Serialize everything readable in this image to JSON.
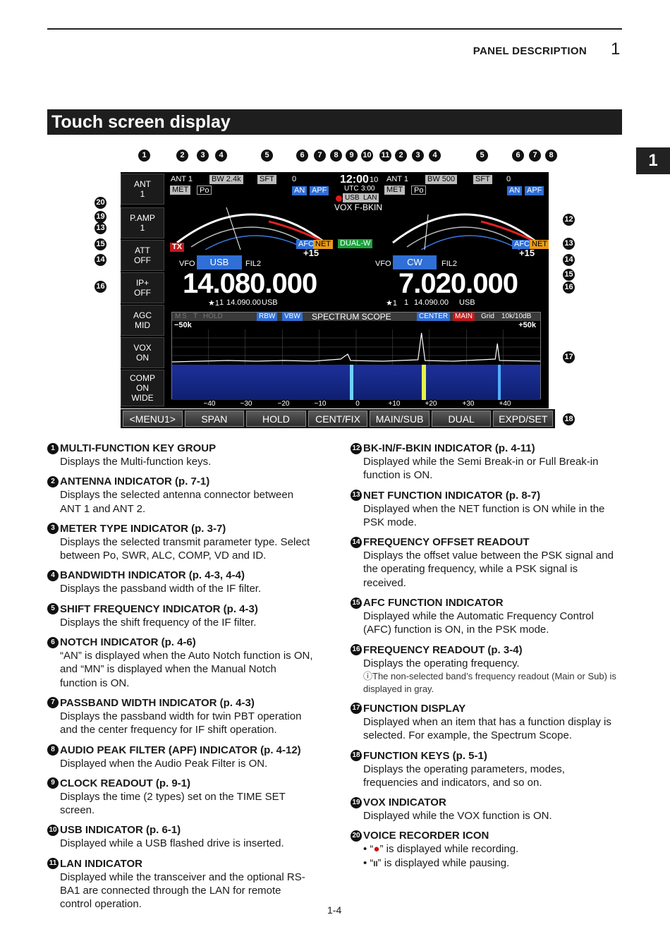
{
  "header": {
    "section": "PANEL DESCRIPTION",
    "chapter": "1",
    "tab": "1"
  },
  "title": "Touch screen display",
  "screen": {
    "mfk_keys": [
      {
        "l1": "ANT",
        "l2": "1"
      },
      {
        "l1": "P.AMP",
        "l2": "1"
      },
      {
        "l1": "ATT",
        "l2": "OFF"
      },
      {
        "l1": "IP+",
        "l2": "OFF"
      },
      {
        "l1": "AGC",
        "l2": "MID"
      },
      {
        "l1": "VOX",
        "l2": "ON"
      },
      {
        "l1": "COMP",
        "l2": "ON",
        "l3": "WIDE"
      }
    ],
    "main": {
      "ant": "ANT 1",
      "bw": "BW 2.4k",
      "sft": "SFT",
      "sft_val": "0",
      "met": "MET",
      "po": "Po",
      "an": "AN",
      "apf": "APF",
      "afc": "AFC",
      "net": "NET",
      "offset": "+15",
      "tx": "TX",
      "vfo": "VFO",
      "mode": "USB",
      "fil": "FIL2",
      "freq": "14.080.000",
      "sub_star": "★1",
      "sub_ch": "1",
      "sub_freq": "14.090.00",
      "sub_mode": "USB"
    },
    "center": {
      "clock": "12:00",
      "clock_min": "10",
      "utc": "UTC",
      "utc_time": "3:00",
      "usb": "USB",
      "lan": "LAN",
      "vox": "VOX F-BKIN",
      "dual": "DUAL-W"
    },
    "sub": {
      "ant": "ANT 1",
      "bw": "BW 500",
      "sft": "SFT",
      "sft_val": "0",
      "met": "MET",
      "po": "Po",
      "an": "AN",
      "apf": "APF",
      "afc": "AFC",
      "net": "NET",
      "offset": "+15",
      "vfo": "VFO",
      "mode": "CW",
      "fil": "FIL2",
      "freq": "7.020.000",
      "sub_star": "★1",
      "sub_ch": "1",
      "sub_freq": "14.090.00",
      "sub_mode": "USB"
    },
    "scope": {
      "title": "SPECTRUM SCOPE",
      "m": "M",
      "s": "S",
      "t": "T",
      "hold": "HOLD",
      "rbw": "RBW",
      "vbw": "VBW",
      "center": "CENTER",
      "main": "MAIN",
      "grid": "Grid",
      "scale": "10k/10dB",
      "left_span": "−50k",
      "right_span": "+50k",
      "axis": [
        "−40",
        "−30",
        "−20",
        "−10",
        "0",
        "+10",
        "+20",
        "+30",
        "+40"
      ]
    }
  },
  "fkeys": [
    "<MENU1>",
    "SPAN",
    "HOLD",
    "CENT/FIX",
    "MAIN/SUB",
    "DUAL",
    "EXPD/SET"
  ],
  "callouts_top": [
    "1",
    "2",
    "3",
    "4",
    "5",
    "6",
    "7",
    "8",
    "9",
    "10",
    "11",
    "2",
    "3",
    "4",
    "5",
    "6",
    "7",
    "8"
  ],
  "callouts_left": [
    "20",
    "19",
    "13",
    "15",
    "14",
    "16"
  ],
  "callouts_right": [
    "12",
    "13",
    "14",
    "15",
    "16",
    "17",
    "18"
  ],
  "items_left": [
    {
      "n": "1",
      "title": "MULTI-FUNCTION KEY GROUP",
      "body": "Displays the Multi-function keys."
    },
    {
      "n": "2",
      "title": "ANTENNA INDICATOR (p. 7-1)",
      "body": "Displays the selected antenna connector between ANT 1 and ANT 2."
    },
    {
      "n": "3",
      "title": "METER TYPE INDICATOR (p. 3-7)",
      "body": "Displays the selected transmit parameter type. Select between Po, SWR, ALC, COMP, VD and ID."
    },
    {
      "n": "4",
      "title": "BANDWIDTH INDICATOR (p. 4-3, 4-4)",
      "body": "Displays the passband width of the IF filter."
    },
    {
      "n": "5",
      "title": "SHIFT FREQUENCY INDICATOR (p. 4-3)",
      "body": "Displays the shift frequency of the IF filter."
    },
    {
      "n": "6",
      "title": "NOTCH INDICATOR (p. 4-6)",
      "body": "“AN” is displayed when the Auto Notch function is ON, and “MN” is displayed when the Manual Notch function is ON."
    },
    {
      "n": "7",
      "title": "PASSBAND WIDTH INDICATOR (p. 4-3)",
      "body": "Displays the passband width for twin PBT operation and the center frequency for IF shift operation."
    },
    {
      "n": "8",
      "title": "AUDIO PEAK FILTER (APF) INDICATOR (p. 4-12)",
      "body": "Displayed when the Audio Peak Filter is ON."
    },
    {
      "n": "9",
      "title": "CLOCK READOUT (p. 9-1)",
      "body": "Displays the time (2 types) set on the TIME SET screen."
    },
    {
      "n": "10",
      "title": "USB INDICATOR (p. 6-1)",
      "body": "Displayed while a USB flashed drive is inserted."
    },
    {
      "n": "11",
      "title": "LAN INDICATOR",
      "body": "Displayed while the transceiver and the optional RS-BA1 are connected through the LAN for remote control operation."
    }
  ],
  "items_right": [
    {
      "n": "12",
      "title": "BK-IN/F-BKIN INDICATOR (p. 4-11)",
      "body": "Displayed while the Semi Break-in or Full Break-in function is ON."
    },
    {
      "n": "13",
      "title": "NET FUNCTION INDICATOR (p. 8-7)",
      "body": "Displayed when the NET function is ON while in the PSK mode."
    },
    {
      "n": "14",
      "title": "FREQUENCY OFFSET READOUT",
      "body": "Displays the offset value between the PSK signal and the operating frequency, while a PSK signal is received."
    },
    {
      "n": "15",
      "title": "AFC FUNCTION INDICATOR",
      "body": "Displayed while the Automatic Frequency Control (AFC) function is ON, in the PSK mode."
    },
    {
      "n": "16",
      "title": "FREQUENCY READOUT (p. 3-4)",
      "body": "Displays the operating frequency.",
      "note": "ⓘThe non-selected band’s frequency readout (Main or Sub) is displayed in gray."
    },
    {
      "n": "17",
      "title": "FUNCTION DISPLAY",
      "body": "Displayed when an item that has a function display is selected. For example, the Spectrum Scope."
    },
    {
      "n": "18",
      "title": "FUNCTION KEYS (p. 5-1)",
      "body": "Displays the operating parameters, modes, frequencies and indicators, and so on."
    },
    {
      "n": "19",
      "title": "VOX INDICATOR",
      "body": "Displayed while the VOX function is ON."
    },
    {
      "n": "20",
      "title": "VOICE RECORDER ICON",
      "bullets": [
        {
          "pre": "• “",
          "sym": "●",
          "post": "” is displayed while recording."
        },
        {
          "pre": "• “",
          "sym": "II",
          "post": "” is displayed while pausing."
        }
      ]
    }
  ],
  "page_number": "1-4"
}
